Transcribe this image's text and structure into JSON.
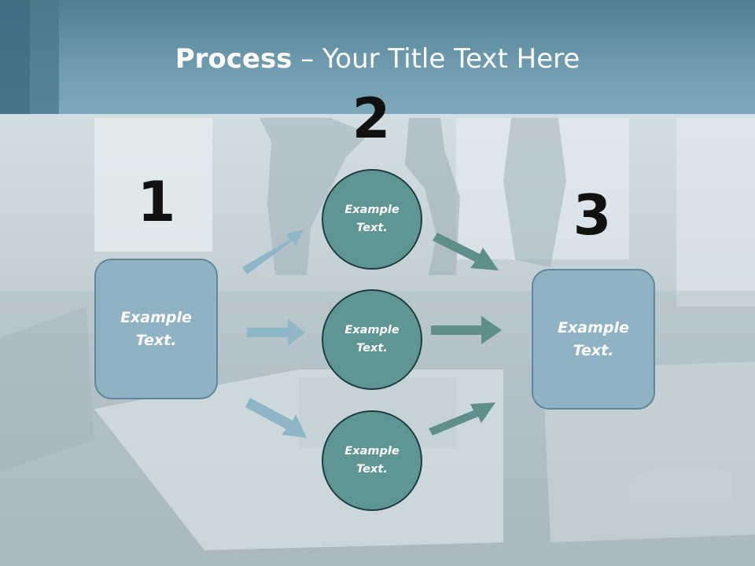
{
  "slide": {
    "title_bold": "Process",
    "title_rest": " – Your Title Text Here",
    "step_numbers": [
      "1",
      "2",
      "3"
    ],
    "left_box": {
      "text": "Example\nText."
    },
    "right_box": {
      "text": "Example\nText."
    },
    "circles": [
      {
        "text": "Example\nText."
      },
      {
        "text": "Example\nText."
      },
      {
        "text": "Example\nText."
      }
    ]
  },
  "colors": {
    "header": "#6d9aad",
    "box_fill": "#8fb3c3",
    "circle_fill": "#5f9593",
    "arrow_light": "#8db6c6",
    "arrow_dark": "#5e8f8d"
  }
}
